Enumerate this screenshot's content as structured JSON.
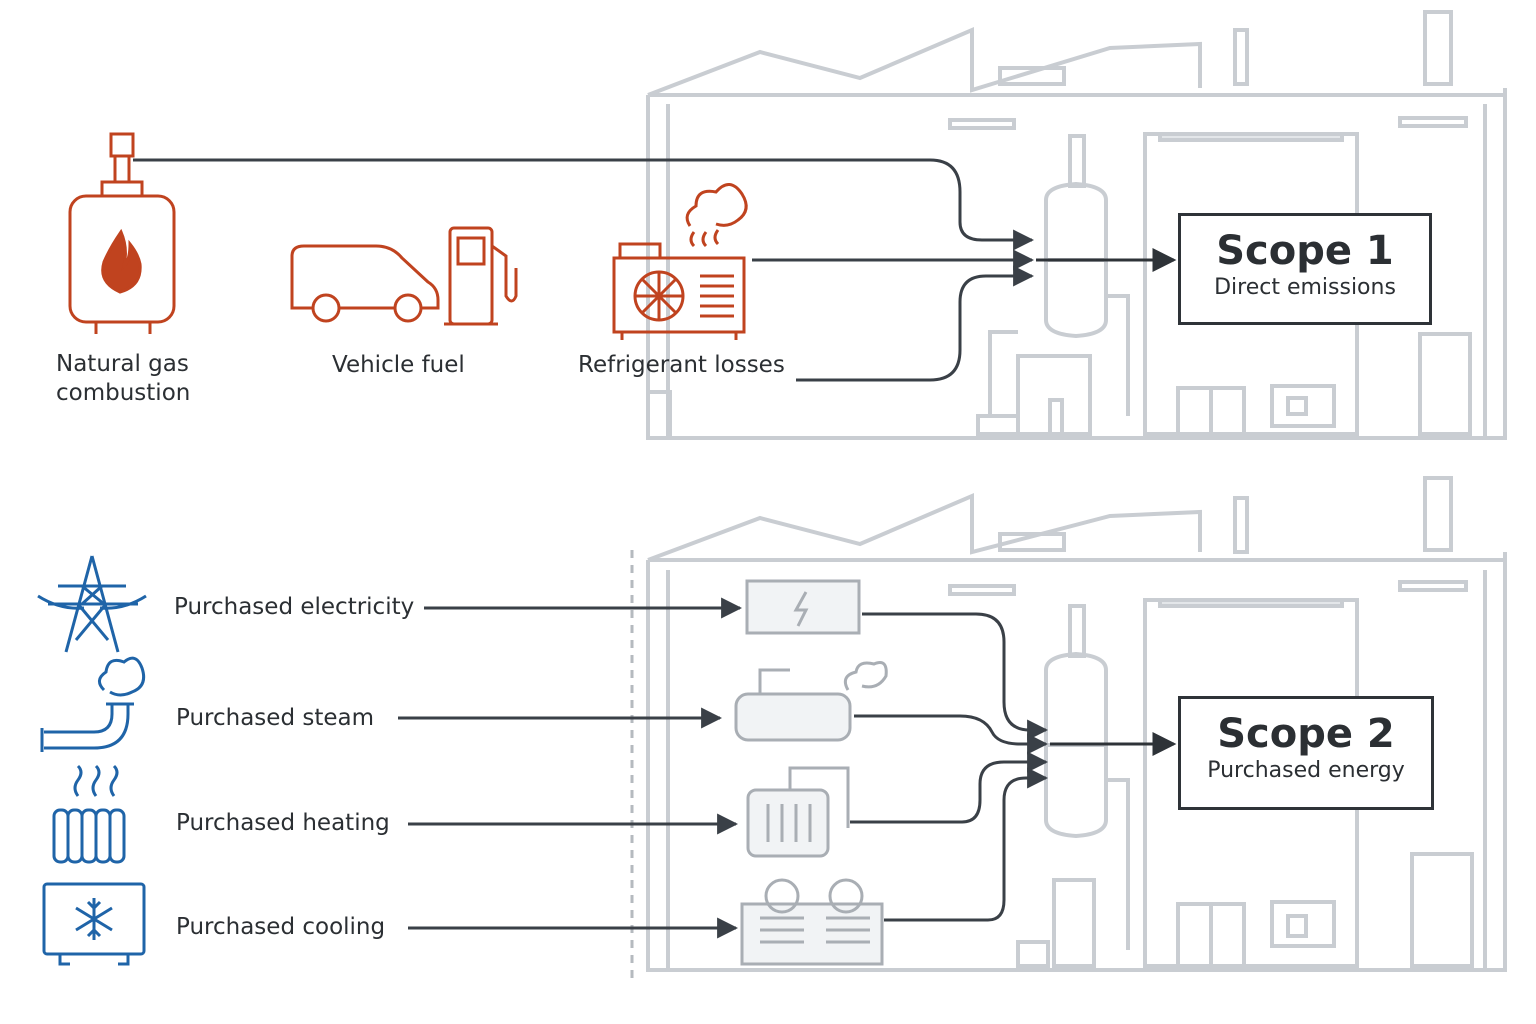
{
  "scope1": {
    "title": "Scope 1",
    "subtitle": "Direct emissions",
    "color": "#c0431f",
    "sources": [
      {
        "label_line1": "Natural gas",
        "label_line2": "combustion",
        "icon": "gas-boiler-icon"
      },
      {
        "label": "Vehicle fuel",
        "icon": "van-fuel-pump-icon"
      },
      {
        "label": "Refrigerant losses",
        "icon": "ac-unit-leak-icon"
      }
    ]
  },
  "scope2": {
    "title": "Scope 2",
    "subtitle": "Purchased energy",
    "color": "#1f64a8",
    "sources": [
      {
        "label": "Purchased electricity",
        "icon": "transmission-tower-icon"
      },
      {
        "label": "Purchased steam",
        "icon": "steam-pipe-icon"
      },
      {
        "label": "Purchased heating",
        "icon": "radiator-icon"
      },
      {
        "label": "Purchased cooling",
        "icon": "snowflake-cooler-icon"
      }
    ]
  },
  "colors": {
    "line": "#3a4047",
    "building": "#c9cdd2",
    "building_light": "#e3e6e9"
  }
}
